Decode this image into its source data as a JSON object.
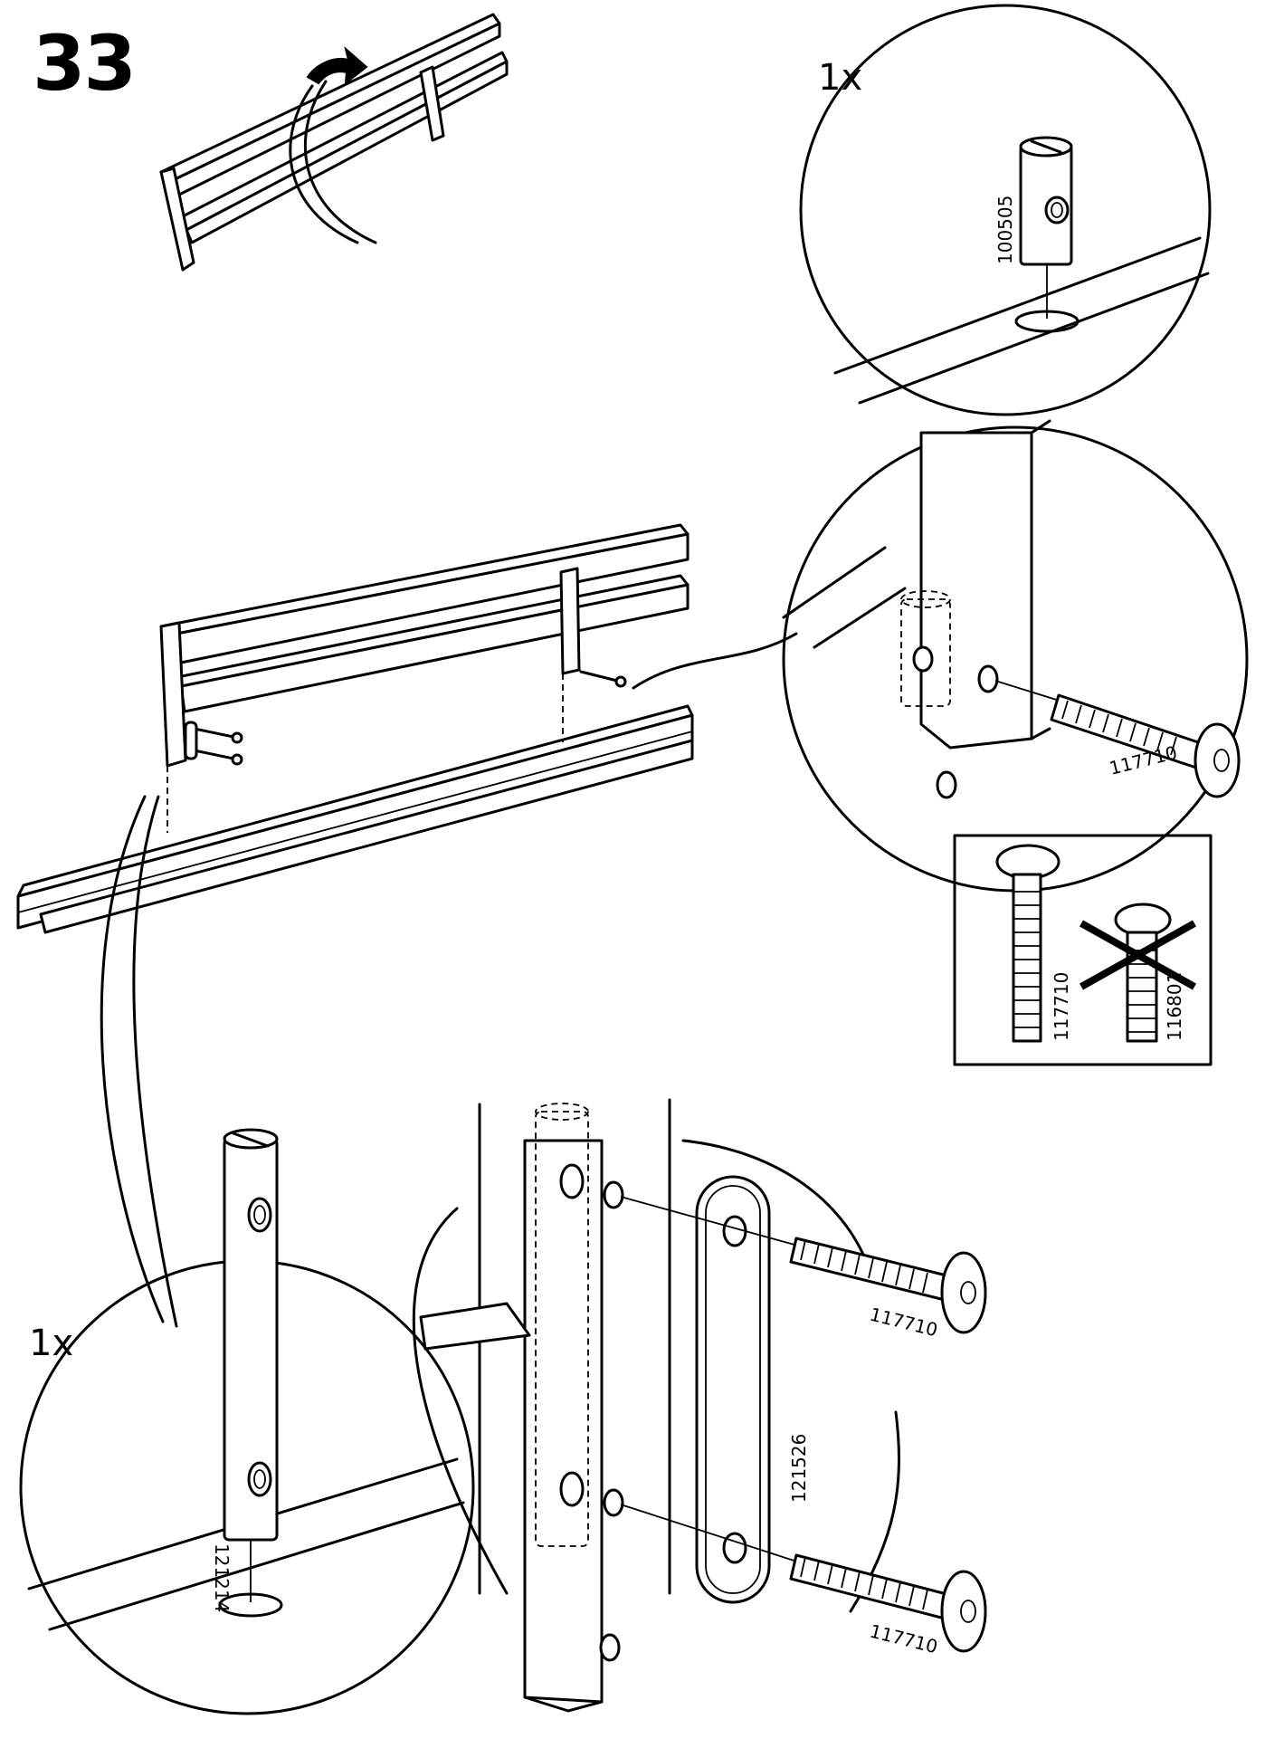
{
  "step_number": "33",
  "quantity_top": "1x",
  "quantity_bottom": "1x",
  "parts": {
    "dowel_short": "100505",
    "bolt": "117710",
    "bolt_wrong": "116801",
    "dowel_long": "121214",
    "plate": "121526"
  }
}
